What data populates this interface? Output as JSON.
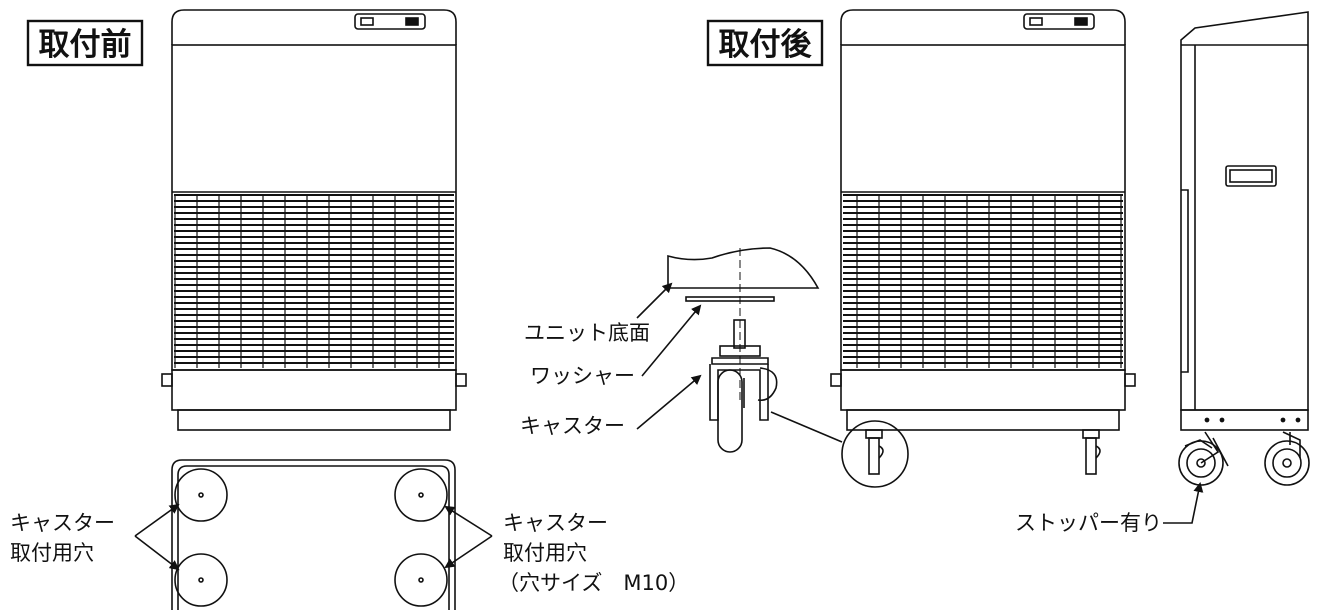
{
  "titles": {
    "before": "取付前",
    "after": "取付後"
  },
  "labels": {
    "unit_bottom": "ユニット底面",
    "washer": "ワッシャー",
    "caster": "キャスター",
    "caster_hole_left_1": "キャスター",
    "caster_hole_left_2": "取付用穴",
    "caster_hole_right_1": "キャスター",
    "caster_hole_right_2": "取付用穴",
    "caster_hole_right_3": "（穴サイズ　M10）",
    "stopper": "ストッパー有り"
  },
  "colors": {
    "line": "#111111",
    "background": "#ffffff"
  }
}
